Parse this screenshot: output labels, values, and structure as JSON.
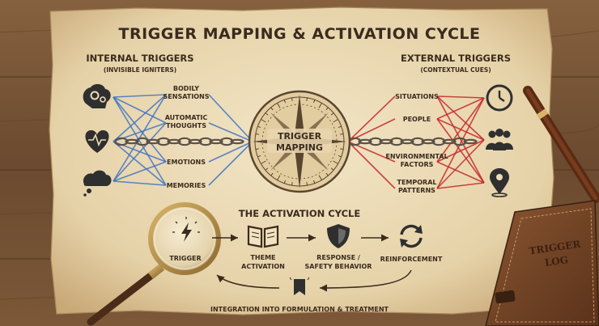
{
  "title": "TRIGGER MAPPING & ACTIVATION CYCLE",
  "internal": {
    "heading": "INTERNAL TRIGGERS",
    "subheading": "(INVISIBLE IGNITERS)",
    "icons": [
      "brain-gears-icon",
      "heart-pulse-icon",
      "thought-cloud-icon"
    ],
    "items": [
      [
        "BODILY",
        "SENSATIONS"
      ],
      [
        "AUTOMATIC",
        "THOUGHTS"
      ],
      [
        "EMOTIONS"
      ],
      [
        "MEMORIES"
      ]
    ]
  },
  "external": {
    "heading": "EXTERNAL TRIGGERS",
    "subheading": "(CONTEXTUAL CUES)",
    "icons": [
      "clock-icon",
      "people-icon",
      "map-pin-icon"
    ],
    "items": [
      [
        "SITUATIONS"
      ],
      [
        "PEOPLE"
      ],
      [
        "ENVIRONMENTAL",
        "FACTORS"
      ],
      [
        "TEMPORAL",
        "PATTERNS"
      ]
    ]
  },
  "center": {
    "line1": "TRIGGER",
    "line2": "MAPPING"
  },
  "cycle": {
    "heading": "THE ACTIVATION CYCLE",
    "stages": [
      {
        "lines": [
          "TRIGGER"
        ],
        "icon": "lightning-icon"
      },
      {
        "lines": [
          "THEME",
          "ACTIVATION"
        ],
        "icon": "book-icon"
      },
      {
        "lines": [
          "RESPONSE /",
          "SAFETY BEHAVIOR"
        ],
        "icon": "shield-icon"
      },
      {
        "lines": [
          "REINFORCEMENT"
        ],
        "icon": "cycle-arrows-icon"
      }
    ],
    "integration": "INTEGRATION INTO FORMULATION & TREATMENT"
  },
  "journal": {
    "line1": "TRIGGER",
    "line2": "LOG"
  },
  "colors": {
    "internal_lines": "#3f74c4",
    "external_lines": "#c4282a",
    "parchment": "#ecdcb8",
    "ink": "#3b2b1e",
    "wood": "#7a5636",
    "leather": "#6e4023"
  }
}
